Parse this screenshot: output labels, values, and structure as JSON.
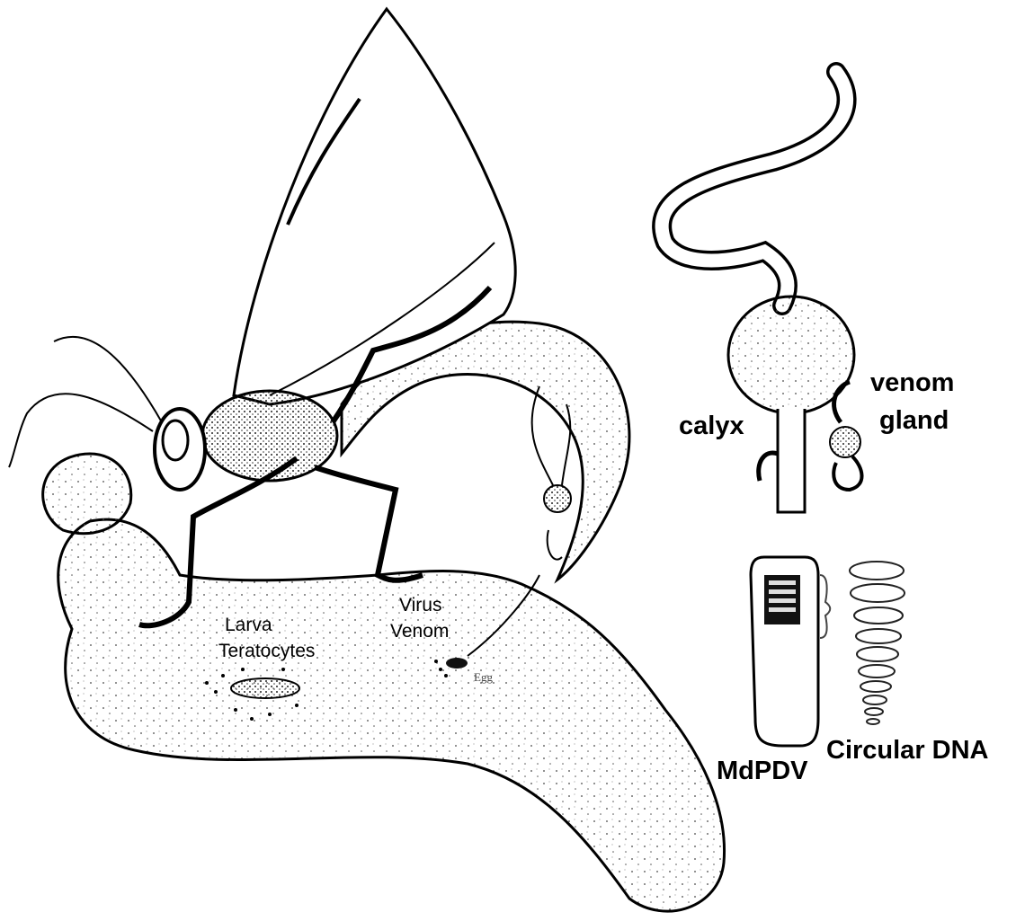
{
  "labels": {
    "larva": "Larva",
    "teratocytes": "Teratocytes",
    "virus": "Virus",
    "venom": "Venom",
    "egg": "Egg",
    "calyx": "calyx",
    "venom_gland_1": "venom",
    "venom_gland_2": "gland",
    "mdpdv": "MdPDV",
    "circular_dna": "Circular DNA"
  },
  "colors": {
    "ink": "#000000",
    "paper": "#ffffff",
    "stipple": "#333333"
  }
}
